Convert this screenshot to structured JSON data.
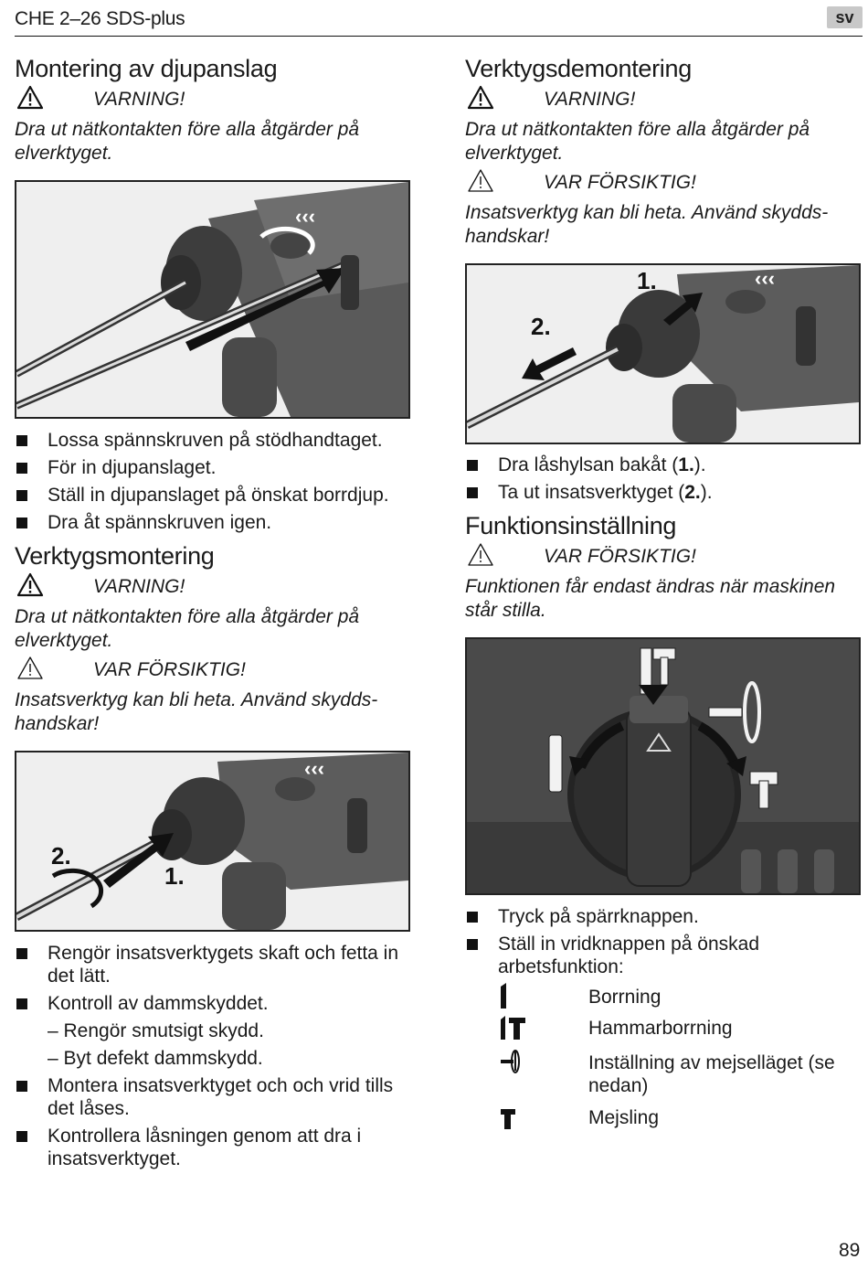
{
  "header": {
    "model": "CHE 2–26 SDS-plus",
    "lang": "sv"
  },
  "left": {
    "sec1": {
      "title": "Montering av djupanslag",
      "warning": "VARNING!",
      "warning_text": "Dra ut nätkontakten före alla åtgärder på elverktyget.",
      "steps": [
        "Lossa spännskruven på stödhandtaget.",
        "För in djupanslaget.",
        "Ställ in djupanslaget på önskat borrdjup.",
        "Dra åt spännskruven igen."
      ]
    },
    "sec2": {
      "title": "Verktygsmontering",
      "warning": "VARNING!",
      "warning_text": "Dra ut nätkontakten före alla åtgärder på elverktyget.",
      "caution": "VAR FÖRSIKTIG!",
      "caution_text": "Insatsverktyg kan bli heta. Använd skydds-handskar!",
      "fig_labels": {
        "step2": "2.",
        "step1": "1."
      },
      "steps": [
        "Rengör insatsverktygets skaft och fetta in det lätt.",
        "Kontroll av dammskyddet.",
        "Montera insatsverktyget och och vrid tills det låses.",
        "Kontrollera låsningen genom att dra i insatsverktyget."
      ],
      "substeps": [
        "– Rengör smutsigt skydd.",
        "– Byt defekt dammskydd."
      ]
    }
  },
  "right": {
    "sec3": {
      "title": "Verktygsdemontering",
      "warning": "VARNING!",
      "warning_text": "Dra ut nätkontakten före alla åtgärder på elverktyget.",
      "caution": "VAR FÖRSIKTIG!",
      "caution_text": "Insatsverktyg kan bli heta. Använd skydds-handskar!",
      "fig_labels": {
        "step1": "1.",
        "step2": "2."
      },
      "steps": [
        {
          "pre": "Dra låshylsan bakåt (",
          "bold": "1.",
          "post": ")."
        },
        {
          "pre": "Ta ut insatsverktyget (",
          "bold": "2.",
          "post": ")."
        }
      ]
    },
    "sec4": {
      "title": "Funktionsinställning",
      "caution": "VAR FÖRSIKTIG!",
      "caution_text": "Funktionen får endast ändras när maskinen står stilla.",
      "steps": [
        "Tryck på spärrknappen.",
        "Ställ in vridknappen på önskad arbetsfunktion:"
      ],
      "modes": [
        {
          "icon": "drill-icon",
          "label": "Borrning"
        },
        {
          "icon": "hammer-drill-icon",
          "label": "Hammarborrning"
        },
        {
          "icon": "chisel-adjust-icon",
          "label": "Inställning av mejselläget (se nedan)"
        },
        {
          "icon": "chisel-icon",
          "label": "Mejsling"
        }
      ]
    }
  },
  "page_number": "89"
}
